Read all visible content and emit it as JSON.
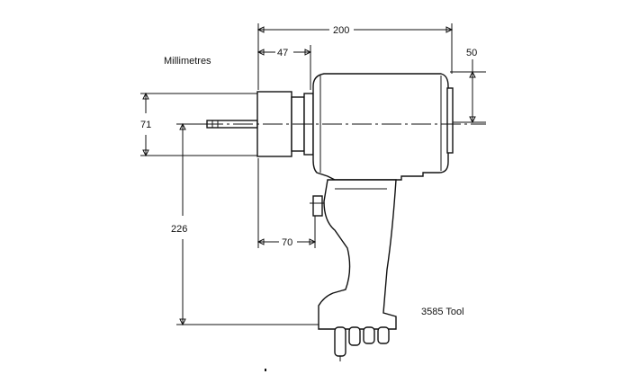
{
  "labels": {
    "units": "Millimetres",
    "tool_name": "3585 Tool"
  },
  "dimensions": {
    "overall_length": "200",
    "nose_length": "47",
    "rear_height": "50",
    "nose_diameter": "71",
    "total_height": "226",
    "handle_offset": "70"
  },
  "colors": {
    "line": "#111111",
    "background": "#ffffff"
  }
}
